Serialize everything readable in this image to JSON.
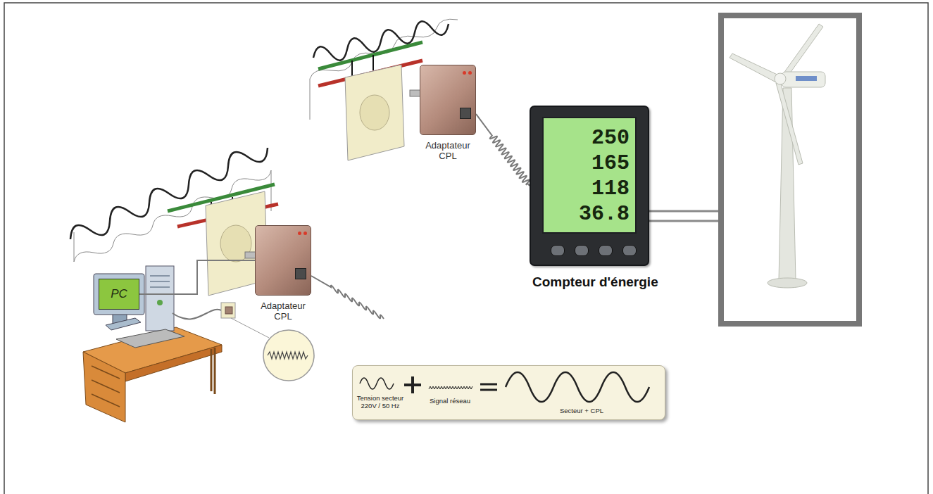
{
  "diagram": {
    "nodes": [
      {
        "text": [
          "PC"
        ]
      },
      {
        "text": [
          "Adaptateur CPL"
        ]
      },
      {
        "text": [
          "Adaptateur CPL"
        ]
      },
      {
        "text": [
          "250",
          "165",
          "118",
          "36.8",
          "Compteur d'énergie"
        ]
      },
      {
        "text": [
          "Tension secteur 220V / 50 Hz",
          "Signal réseau",
          "Secteur + CPL"
        ]
      }
    ],
    "edges": [
      {
        "from": 0,
        "to": 1,
        "arrow": "none"
      },
      {
        "from": 2,
        "to": 3,
        "arrow": "none"
      }
    ]
  }
}
